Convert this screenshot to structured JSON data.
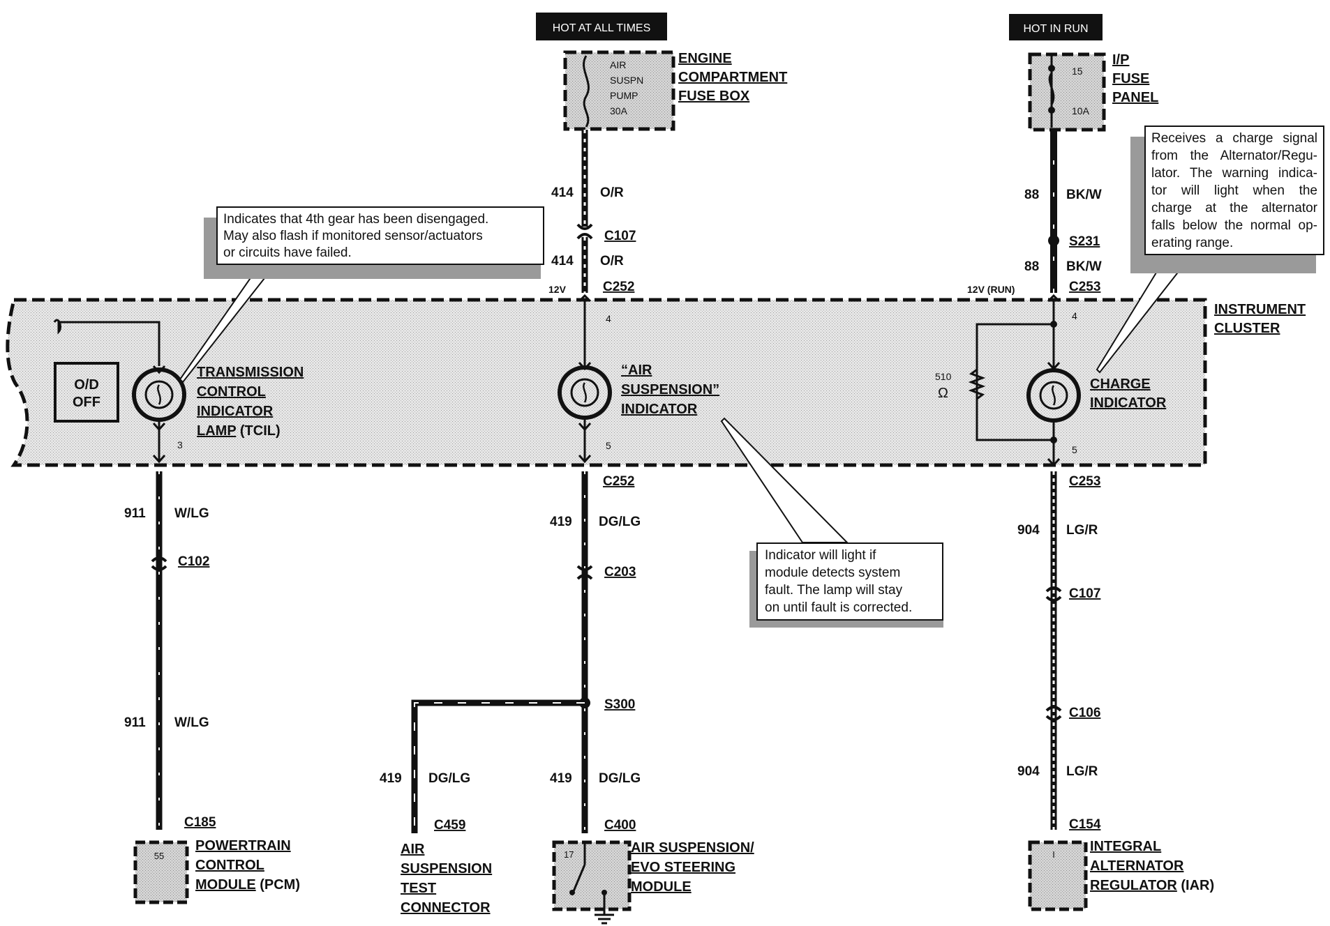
{
  "sources": {
    "hot_at_all_times": "HOT AT ALL TIMES",
    "hot_in_run": "HOT IN RUN"
  },
  "engine_fuse_box": {
    "fuse_lines": [
      "AIR",
      "SUSPN",
      "PUMP",
      "30A"
    ],
    "label_lines": [
      "ENGINE",
      "COMPARTMENT",
      "FUSE BOX"
    ]
  },
  "ip_fuse_panel": {
    "fuse_number": "15",
    "fuse_rating": "10A",
    "label_lines": [
      "I/P",
      "FUSE",
      "PANEL"
    ]
  },
  "instrument_cluster": {
    "label_lines": [
      "INSTRUMENT",
      "CLUSTER"
    ],
    "od_off_lines": [
      "O/D",
      "OFF"
    ],
    "tcil_label_lines": [
      "TRANSMISSION",
      "CONTROL",
      "INDICATOR",
      "LAMP"
    ],
    "tcil_suffix": "(TCIL)",
    "air_label_lines": [
      "“AIR",
      "SUSPENSION”",
      "INDICATOR"
    ],
    "charge_label_lines": [
      "CHARGE",
      "INDICATOR"
    ],
    "resistor_value": "510",
    "resistor_unit": "Ω",
    "pins": {
      "tcil_bottom": "3",
      "air_top": "4",
      "air_bottom": "5",
      "charge_top": "4",
      "charge_bottom": "5"
    }
  },
  "voltages": {
    "center": "12V",
    "right": "12V (RUN)"
  },
  "circuits": {
    "c414a": {
      "number": "414",
      "color": "O/R"
    },
    "c414b": {
      "number": "414",
      "color": "O/R"
    },
    "c88a": {
      "number": "88",
      "color": "BK/W"
    },
    "c88b": {
      "number": "88",
      "color": "BK/W"
    },
    "c911a": {
      "number": "911",
      "color": "W/LG"
    },
    "c911b": {
      "number": "911",
      "color": "W/LG"
    },
    "c419a": {
      "number": "419",
      "color": "DG/LG"
    },
    "c419b": {
      "number": "419",
      "color": "DG/LG"
    },
    "c419c": {
      "number": "419",
      "color": "DG/LG"
    },
    "c904a": {
      "number": "904",
      "color": "LG/R"
    },
    "c904b": {
      "number": "904",
      "color": "LG/R"
    }
  },
  "connectors": {
    "c107_top": "C107",
    "c252_top": "C252",
    "s231": "S231",
    "c253_top": "C253",
    "c252_bottom": "C252",
    "c253_bottom": "C253",
    "c102": "C102",
    "c203": "C203",
    "s300": "S300",
    "c107_right": "C107",
    "c106": "C106",
    "c185": "C185",
    "c459": "C459",
    "c400": "C400",
    "c154": "C154"
  },
  "modules": {
    "pcm": {
      "pin": "55",
      "label_lines": [
        "POWERTRAIN",
        "CONTROL",
        "MODULE"
      ],
      "suffix": "(PCM)"
    },
    "test_connector": {
      "label_lines": [
        "AIR",
        "SUSPENSION",
        "TEST",
        "CONNECTOR"
      ]
    },
    "air_module": {
      "pin": "17",
      "label_lines": [
        "AIR SUSPENSION/",
        "EVO STEERING",
        "MODULE"
      ]
    },
    "iar": {
      "pin": "I",
      "label_lines": [
        "INTEGRAL",
        "ALTERNATOR",
        "REGULATOR"
      ],
      "suffix": "(IAR)"
    }
  },
  "notes": {
    "tcil_note": [
      "Indicates that 4th gear has been disengaged.",
      "May also flash if monitored sensor/actuators",
      "or circuits have failed."
    ],
    "air_note": [
      "Indicator will light if",
      "module detects system",
      "fault.  The lamp will stay",
      "on until fault is corrected."
    ],
    "charge_note": [
      "Receives a charge signal",
      "from the Alternator/Regu-",
      "lator. The warning indica-",
      "tor will light when the",
      "charge at the alternator",
      "falls below the normal op-",
      "erating range."
    ]
  },
  "colors": {
    "ink": "#111111",
    "panel_fill": "#dcdcdc",
    "shadow": "#9a9a9a"
  }
}
